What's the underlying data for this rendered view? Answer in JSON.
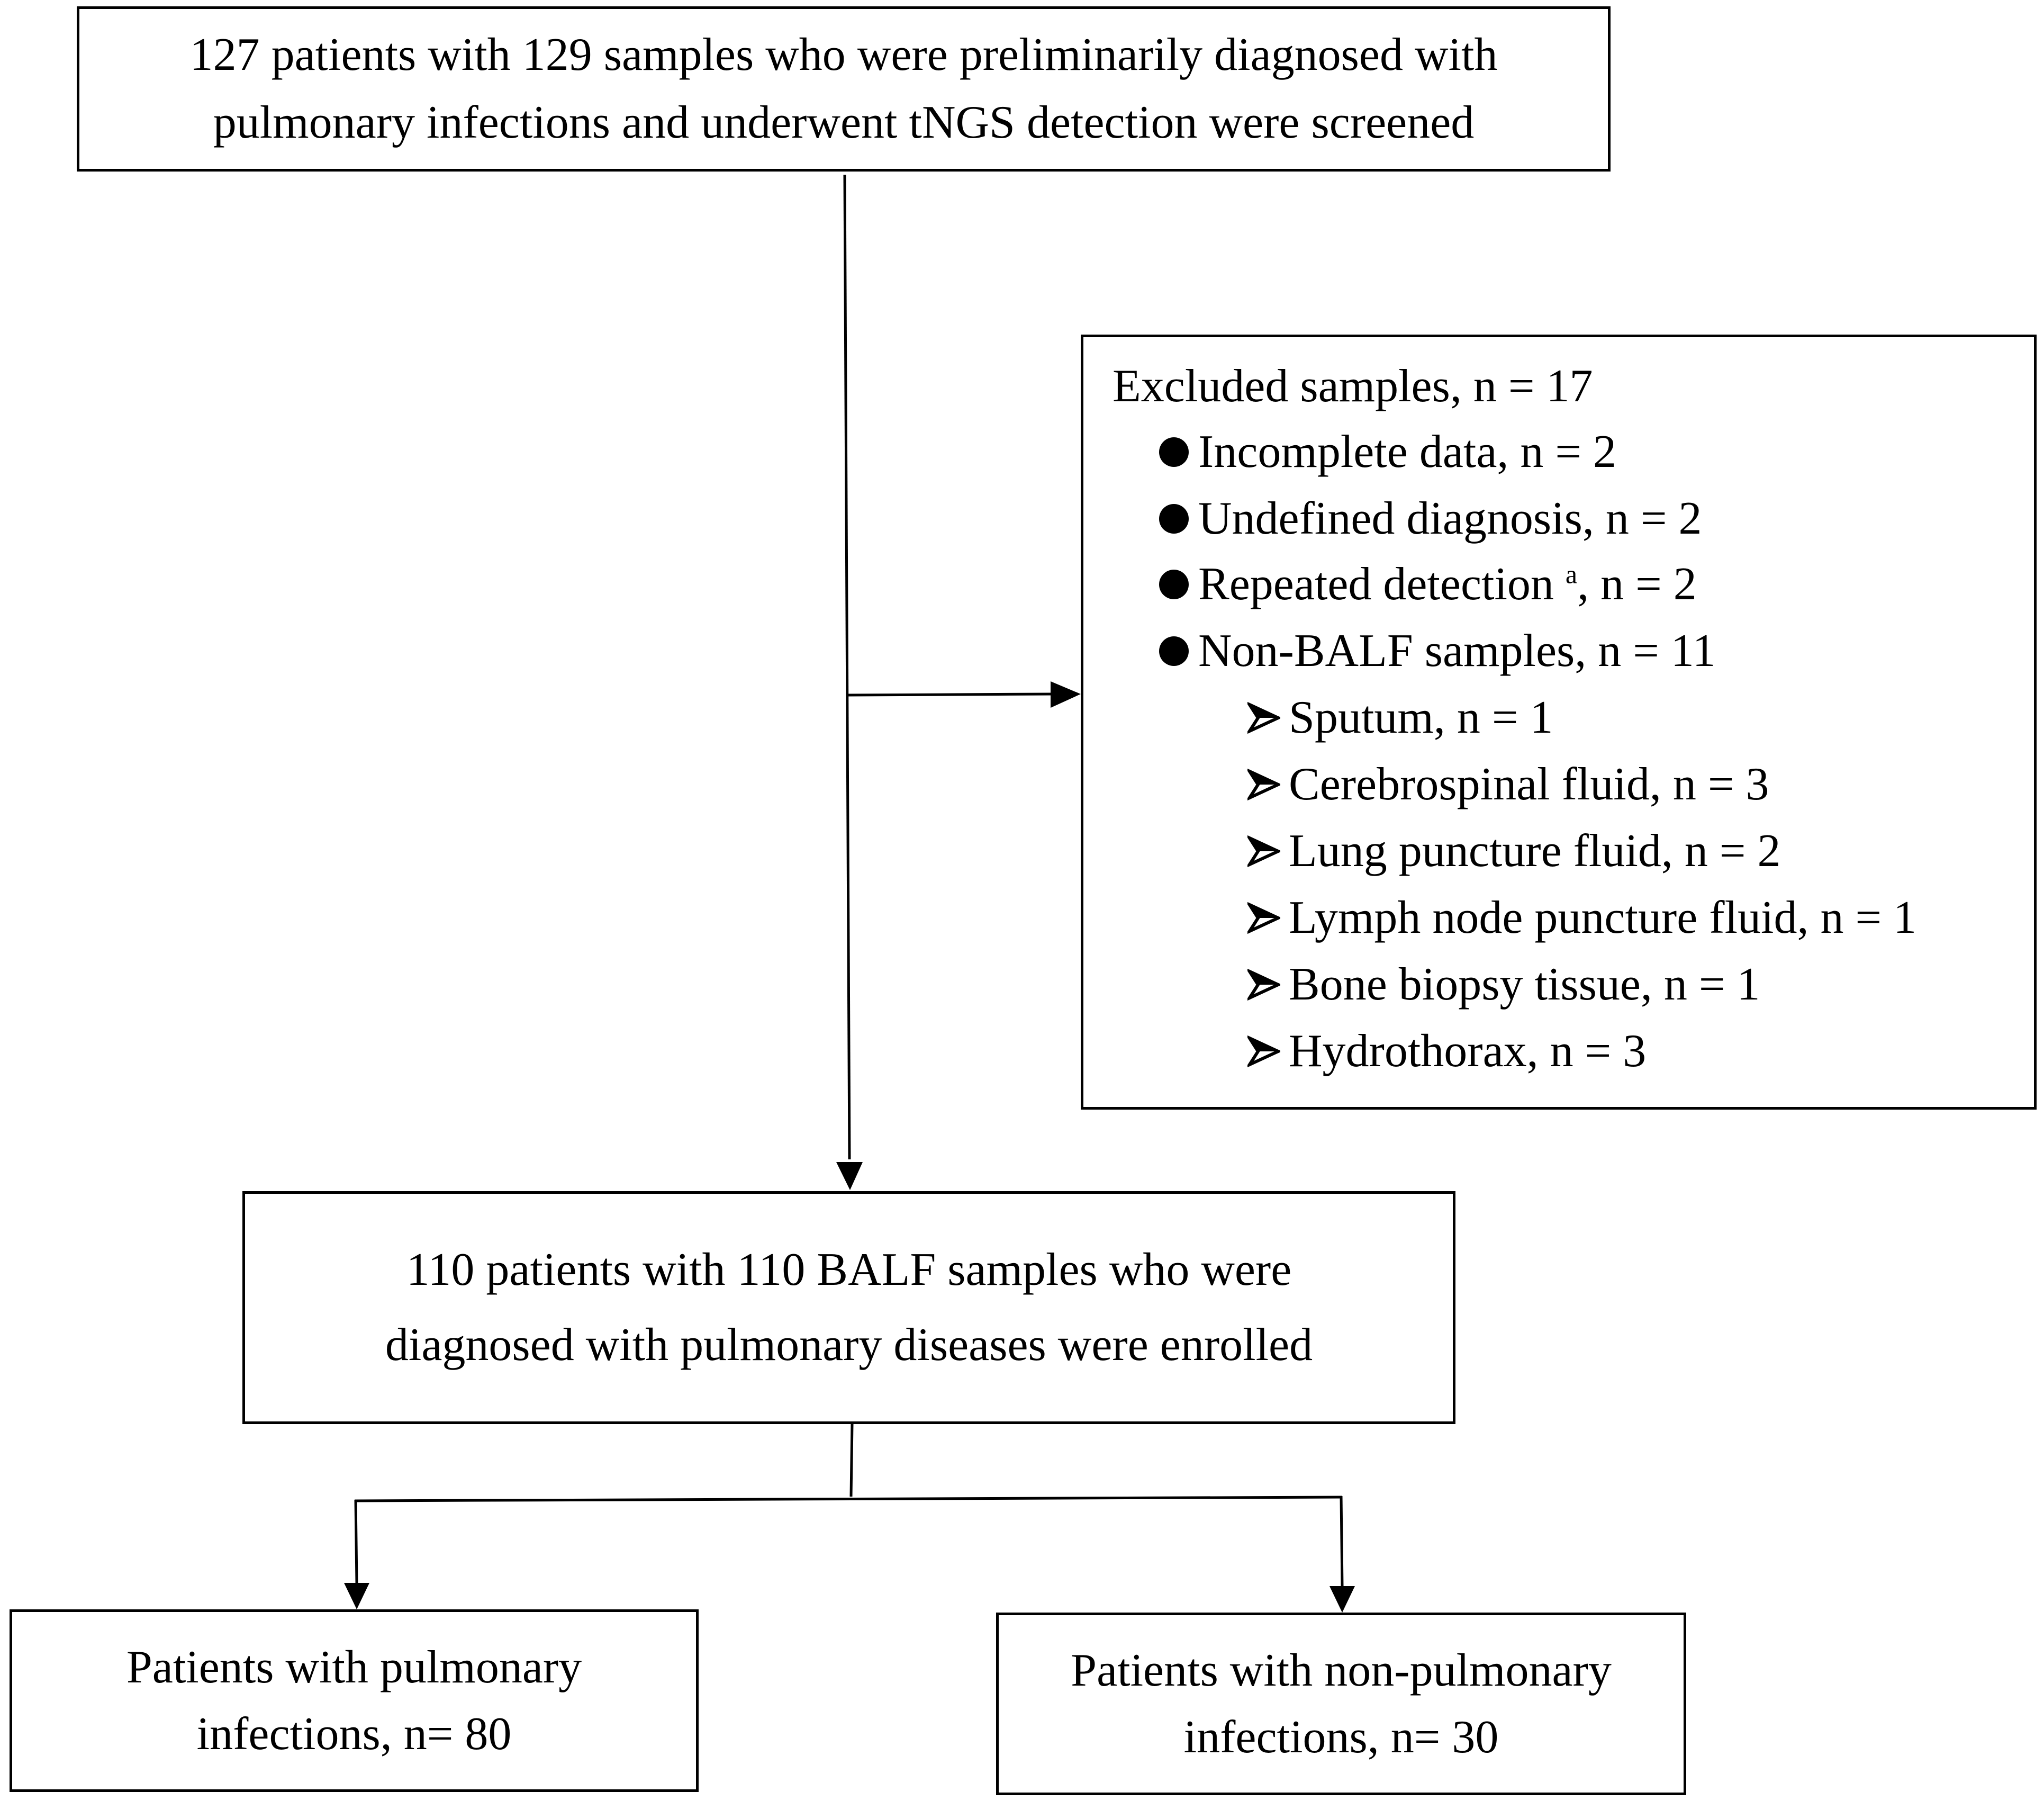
{
  "screened": {
    "line1": "127 patients with 129 samples who were preliminarily diagnosed with",
    "line2": "pulmonary infections and underwent tNGS detection were screened"
  },
  "excluded": {
    "title": "Excluded samples, n = 17",
    "items": [
      {
        "label": "Incomplete data, n = 2"
      },
      {
        "label": "Undefined diagnosis, n = 2"
      },
      {
        "label_before": "Repeated detection ",
        "note": "a",
        "label_after": ", n = 2"
      },
      {
        "label": "Non-BALF samples, n = 11"
      }
    ],
    "subitems": [
      "Sputum, n = 1",
      "Cerebrospinal fluid, n = 3",
      "Lung puncture fluid, n = 2",
      "Lymph node puncture fluid, n = 1",
      "Bone biopsy tissue, n = 1",
      "Hydrothorax, n = 3"
    ]
  },
  "enrolled": {
    "line1": "110 patients with 110 BALF samples who were",
    "line2": "diagnosed with pulmonary diseases were enrolled"
  },
  "pulmonary": {
    "line1": "Patients with pulmonary",
    "line2": "infections, n= 80"
  },
  "nonpulmonary": {
    "line1": "Patients with non-pulmonary",
    "line2": "infections, n= 30"
  }
}
